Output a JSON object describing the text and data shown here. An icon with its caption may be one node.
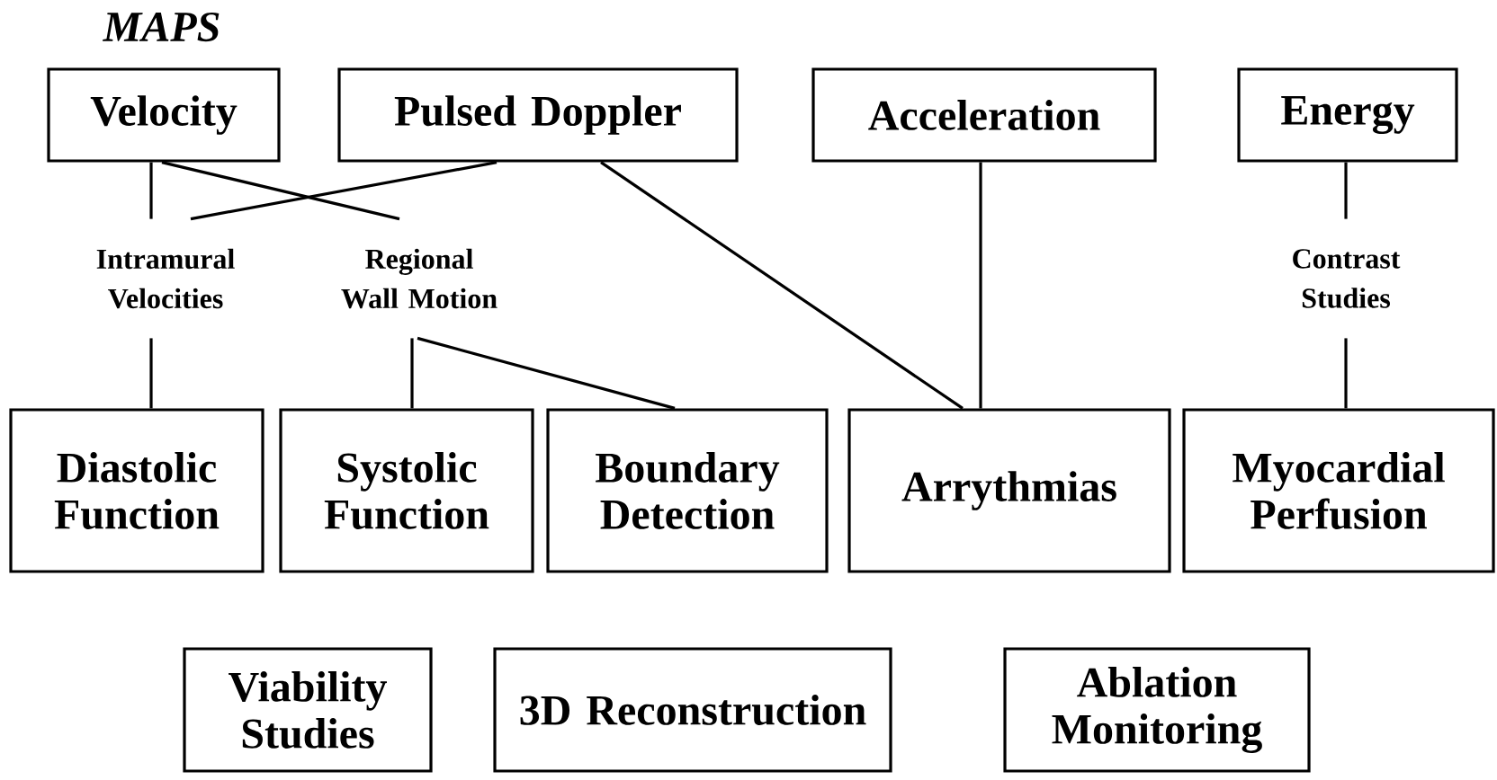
{
  "diagram": {
    "title": "MAPS",
    "nodes": [
      {
        "text": [
          "Velocity"
        ]
      },
      {
        "text": [
          "Pulsed Doppler"
        ]
      },
      {
        "text": [
          "Acceleration"
        ]
      },
      {
        "text": [
          "Energy"
        ]
      },
      {
        "text": [
          "Intramural Velocities"
        ]
      },
      {
        "text": [
          "Regional Wall Motion"
        ]
      },
      {
        "text": [
          "Contrast Studies"
        ]
      },
      {
        "text": [
          "Diastolic Function"
        ]
      },
      {
        "text": [
          "Systolic Function"
        ]
      },
      {
        "text": [
          "Boundary Detection"
        ]
      },
      {
        "text": [
          "Arrythmias"
        ]
      },
      {
        "text": [
          "Myocardial Perfusion"
        ]
      },
      {
        "text": [
          "Viability Studies"
        ]
      },
      {
        "text": [
          "3D Reconstruction"
        ]
      },
      {
        "text": [
          "Ablation Monitoring"
        ]
      }
    ],
    "edges": [
      {
        "from": 0,
        "to": 4,
        "arrow": "none"
      },
      {
        "from": 0,
        "to": 5,
        "arrow": "none"
      },
      {
        "from": 1,
        "to": 4,
        "arrow": "none"
      },
      {
        "from": 1,
        "to": 10,
        "arrow": "none"
      },
      {
        "from": 2,
        "to": 10,
        "arrow": "none"
      },
      {
        "from": 3,
        "to": 6,
        "arrow": "none"
      },
      {
        "from": 6,
        "to": 11,
        "arrow": "none"
      },
      {
        "from": 4,
        "to": 7,
        "arrow": "none"
      },
      {
        "from": 5,
        "to": 8,
        "arrow": "none"
      },
      {
        "from": 5,
        "to": 9,
        "arrow": "none"
      }
    ]
  }
}
